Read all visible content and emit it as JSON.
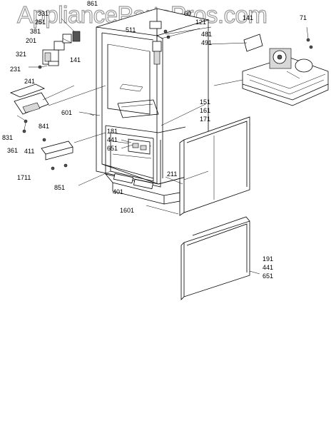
{
  "watermark": "AppliancePartsPros.com",
  "labels": {
    "l331": "331",
    "l251": "251",
    "l381": "381",
    "l201": "201",
    "l141a": "141",
    "l321": "321",
    "l231": "231",
    "l241": "241",
    "l831": "831",
    "l361": "361",
    "l411": "411",
    "l841": "841",
    "l1711": "1711",
    "l851": "851",
    "l861": "861",
    "l511": "511",
    "l60": "60",
    "l121": "121",
    "l481": "481",
    "l491": "491",
    "l141b": "141",
    "l71": "71",
    "l601": "601",
    "l151": "151",
    "l161": "161",
    "l171": "171",
    "l181": "181",
    "l441a": "441",
    "l651a": "651",
    "l211": "211",
    "l401": "401",
    "l1601": "1601",
    "l191": "191",
    "l441b": "441",
    "l651b": "651"
  }
}
